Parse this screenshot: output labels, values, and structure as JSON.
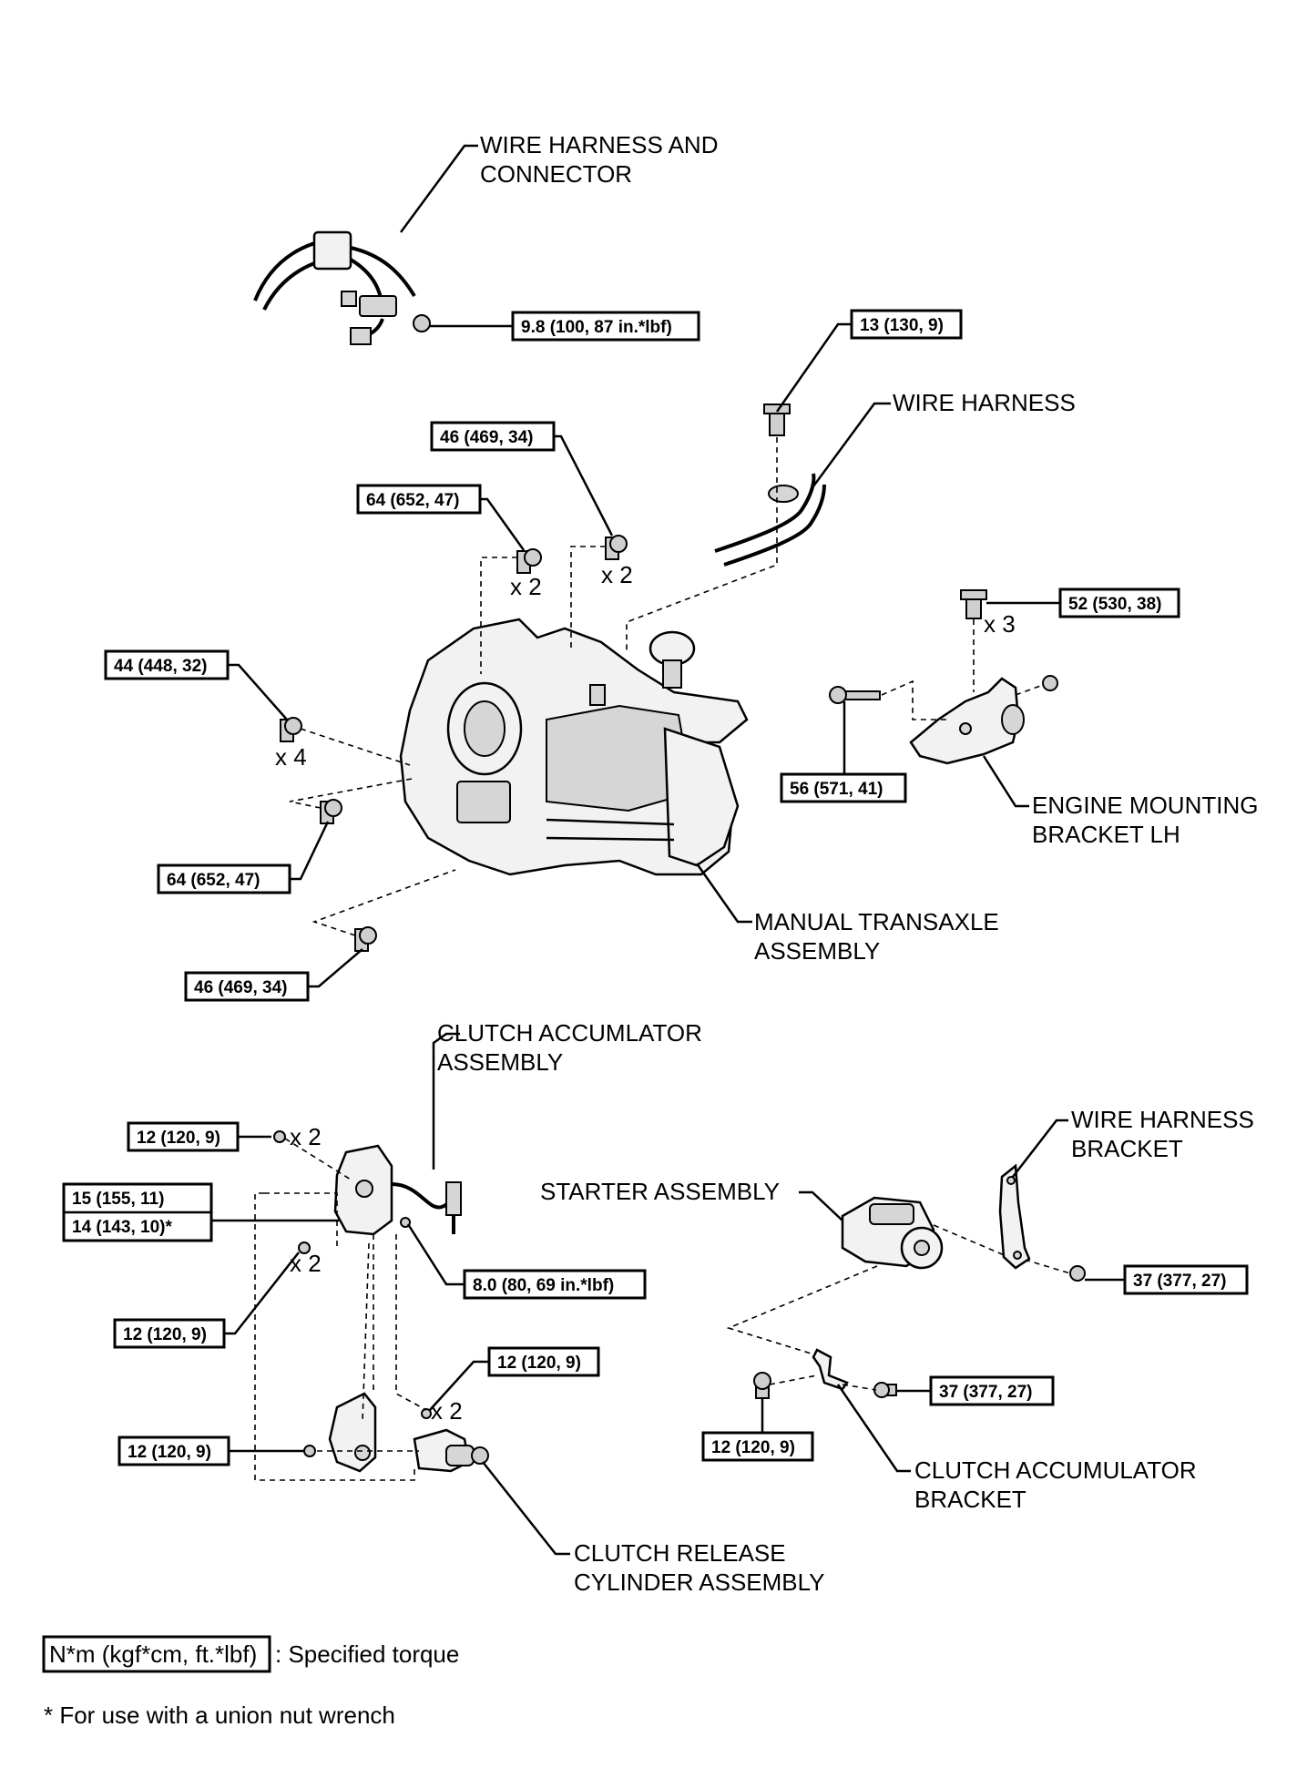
{
  "labels": {
    "wire_harness_connector": [
      "WIRE HARNESS AND",
      "CONNECTOR"
    ],
    "wire_harness": "WIRE HARNESS",
    "engine_mounting_bracket": [
      "ENGINE MOUNTING",
      "BRACKET LH"
    ],
    "manual_transaxle": [
      "MANUAL TRANSAXLE",
      "ASSEMBLY"
    ],
    "clutch_accumulator": [
      "CLUTCH ACCUMLATOR",
      "ASSEMBLY"
    ],
    "starter": "STARTER ASSEMBLY",
    "wire_harness_bracket": [
      "WIRE HARNESS",
      "BRACKET"
    ],
    "clutch_accumulator_bracket": [
      "CLUTCH ACCUMULATOR",
      "BRACKET"
    ],
    "clutch_release_cylinder": [
      "CLUTCH RELEASE",
      "CYLINDER ASSEMBLY"
    ]
  },
  "torques": {
    "t_9_8": "9.8 (100, 87 in.*lbf)",
    "t_13": "13 (130, 9)",
    "t_46_top": "46 (469, 34)",
    "t_64_top": "64 (652, 47)",
    "t_52": "52 (530, 38)",
    "t_44": "44 (448, 32)",
    "t_56": "56 (571, 41)",
    "t_64_bottom": "64 (652, 47)",
    "t_46_bottom": "46 (469, 34)",
    "t_12_a": "12 (120, 9)",
    "t_15": "15 (155, 11)",
    "t_14": "14 (143, 10)*",
    "t_8_0": "8.0 (80, 69 in.*lbf)",
    "t_12_b": "12 (120, 9)",
    "t_12_c": "12 (120, 9)",
    "t_12_d": "12 (120, 9)",
    "t_37_a": "37 (377, 27)",
    "t_37_b": "37 (377, 27)",
    "t_12_e": "12 (120, 9)"
  },
  "quantities": {
    "q_x2_64": "x 2",
    "q_x2_46": "x 2",
    "q_x3_52": "x 3",
    "q_x4_44": "x 4",
    "q_x2_12a": "x 2",
    "q_x2_12b": "x 2",
    "q_x2_12c": "x 2"
  },
  "legend": {
    "unit_box": "N*m (kgf*cm, ft.*lbf)",
    "unit_text": ": Specified torque",
    "footnote": "* For use with a union nut wrench"
  }
}
